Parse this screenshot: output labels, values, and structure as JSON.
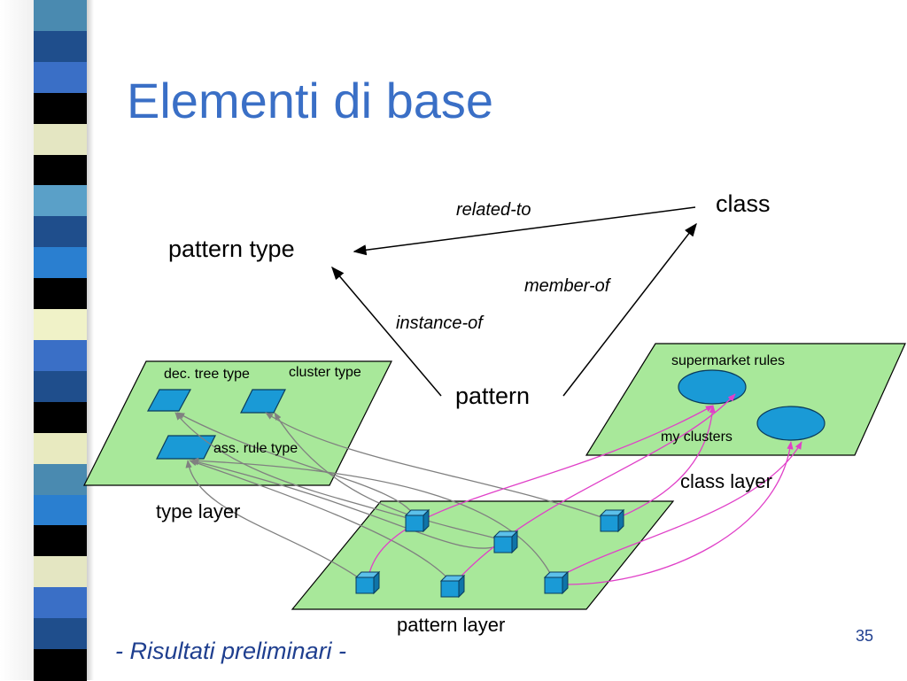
{
  "slide": {
    "title": "Elementi di base",
    "footer": "- Risultati preliminari -",
    "page_number": "35"
  },
  "concepts": {
    "pattern_type": "pattern type",
    "class": "class",
    "pattern": "pattern"
  },
  "relations": {
    "related_to": "related-to",
    "member_of": "member-of",
    "instance_of": "instance-of"
  },
  "type_layer": {
    "label": "type layer",
    "items": [
      "dec. tree type",
      "cluster type",
      "ass. rule type"
    ]
  },
  "class_layer": {
    "label": "class layer",
    "items": [
      "supermarket rules",
      "my clusters"
    ]
  },
  "pattern_layer": {
    "label": "pattern layer"
  },
  "colors": {
    "title": "#3a6fc6",
    "layer_fill": "#a8e89a",
    "node_fill": "#1a9ad6",
    "grey_link": "#808080",
    "magenta_link": "#e040c8",
    "footer_text": "#1f3f8f"
  }
}
